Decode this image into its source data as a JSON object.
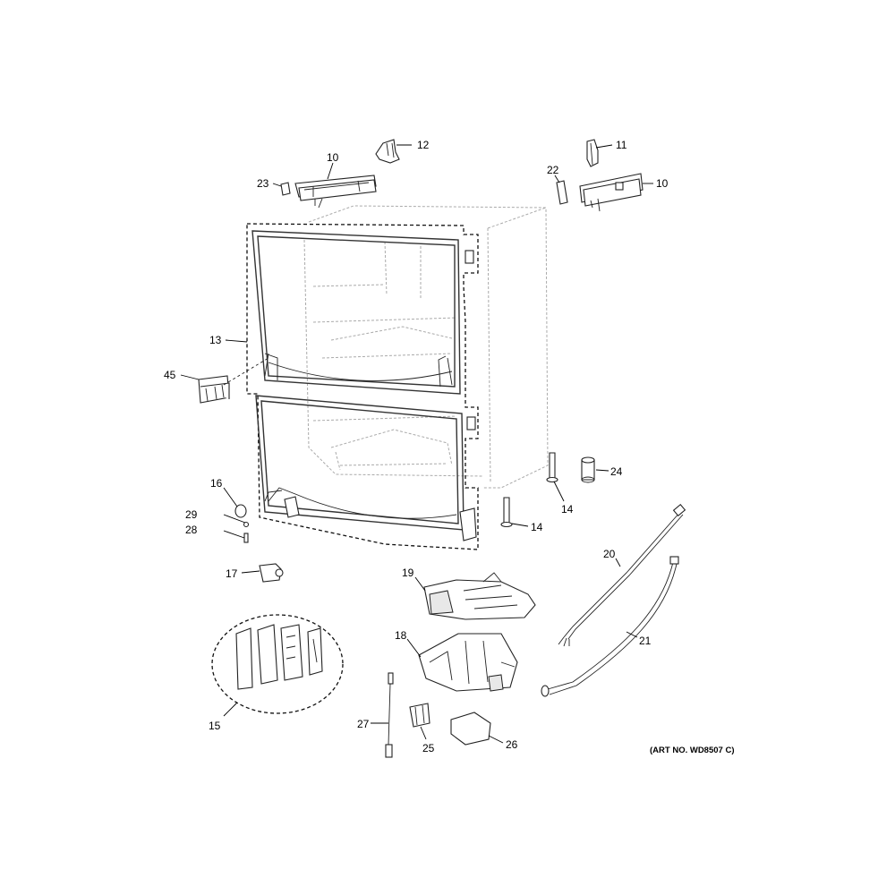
{
  "art_number": "(ART NO. WD8507 C)",
  "callouts": {
    "p10_left": "10",
    "p12": "12",
    "p23": "23",
    "p11": "11",
    "p22": "22",
    "p10_right": "10",
    "p13": "13",
    "p45": "45",
    "p16": "16",
    "p29": "29",
    "p28": "28",
    "p17": "17",
    "p14_upper": "14",
    "p14_lower": "14",
    "p24": "24",
    "p20": "20",
    "p21": "21",
    "p19": "19",
    "p18": "18",
    "p15": "15",
    "p27": "27",
    "p25": "25",
    "p26": "26"
  }
}
